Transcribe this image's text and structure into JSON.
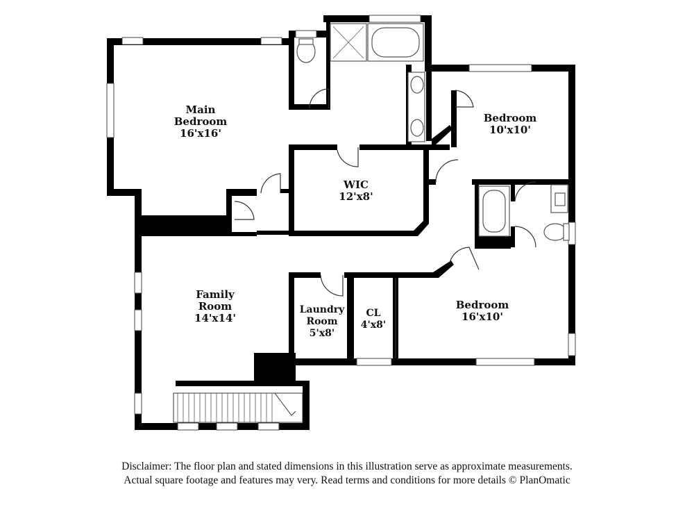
{
  "rooms": [
    {
      "id": "main-bedroom",
      "name_lines": [
        "Main",
        "Bedroom"
      ],
      "dims": "16'x16'"
    },
    {
      "id": "bedroom-1",
      "name_lines": [
        "Bedroom"
      ],
      "dims": "10'x10'"
    },
    {
      "id": "wic",
      "name_lines": [
        "WIC"
      ],
      "dims": "12'x8'"
    },
    {
      "id": "family-room",
      "name_lines": [
        "Family",
        "Room"
      ],
      "dims": "14'x14'"
    },
    {
      "id": "laundry-room",
      "name_lines": [
        "Laundry",
        "Room"
      ],
      "dims": "5'x8'"
    },
    {
      "id": "closet",
      "name_lines": [
        "CL"
      ],
      "dims": "4'x8'"
    },
    {
      "id": "bedroom-2",
      "name_lines": [
        "Bedroom"
      ],
      "dims": "16'x10'"
    }
  ],
  "disclaimer": {
    "line1": "Disclaimer: The floor plan and stated dimensions in this illustration serve as approximate measurements.",
    "line2": "Actual square footage and features may very. Read terms and conditions for more details © PlanOmatic"
  },
  "colors": {
    "wall": "#000000",
    "fixture": "#555555",
    "background": "#ffffff"
  }
}
